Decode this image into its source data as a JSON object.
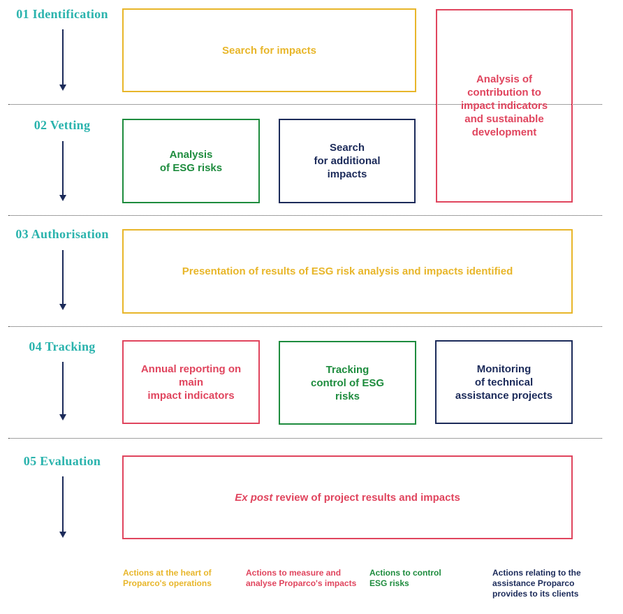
{
  "stages": [
    {
      "title": "01 Identification"
    },
    {
      "title": "02 Vetting"
    },
    {
      "title": "03 Authorisation"
    },
    {
      "title": "04 Tracking"
    },
    {
      "title": "05 Evaluation"
    }
  ],
  "boxes": {
    "search_impacts": "Search for impacts",
    "contribution_analysis": "Analysis of\ncontribution to\nimpact indicators\nand sustainable\ndevelopment",
    "esg_risk_analysis": "Analysis\nof ESG risks",
    "additional_impacts": "Search\nfor additional\nimpacts",
    "presentation_results": "Presentation of results of ESG risk analysis and impacts identified",
    "annual_reporting": "Annual reporting on main\nimpact indicators",
    "tracking_esg": "Tracking\ncontrol of ESG\nrisks",
    "monitoring_ta": "Monitoring\nof technical\nassistance projects",
    "ex_post_italic": "Ex post",
    "ex_post_rest": " review of project results and impacts"
  },
  "legend": {
    "operations": "Actions at the heart of\nProparco's operations",
    "impacts": "Actions to measure and\nanalyse Proparco's impacts",
    "esg": "Actions to control\nESG risks",
    "assistance": "Actions relating to the\nassistance Proparco\nprovides to its clients"
  },
  "colors": {
    "teal": "#2ab3ad",
    "yellow": "#e8b62a",
    "red": "#e0455e",
    "green": "#1e8c3e",
    "navy": "#1c2b5a"
  }
}
